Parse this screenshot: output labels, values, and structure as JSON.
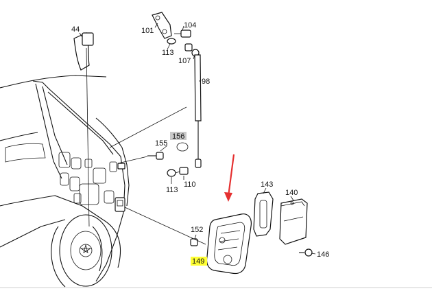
{
  "diagram": {
    "labels": [
      {
        "id": "44",
        "text": "44"
      },
      {
        "id": "101",
        "text": "101"
      },
      {
        "id": "104",
        "text": "104"
      },
      {
        "id": "113a",
        "text": "113"
      },
      {
        "id": "107",
        "text": "107"
      },
      {
        "id": "98",
        "text": "98"
      },
      {
        "id": "156",
        "text": "156",
        "highlight": "grey"
      },
      {
        "id": "155",
        "text": "155"
      },
      {
        "id": "113b",
        "text": "113"
      },
      {
        "id": "110",
        "text": "110"
      },
      {
        "id": "143",
        "text": "143"
      },
      {
        "id": "140",
        "text": "140"
      },
      {
        "id": "152",
        "text": "152"
      },
      {
        "id": "149",
        "text": "149",
        "highlight": "yellow"
      },
      {
        "id": "146",
        "text": "146"
      }
    ],
    "colors": {
      "arrow": "#e53030",
      "highlight_yellow": "#ffff33",
      "highlight_grey": "#c9c9c9",
      "line": "#111111"
    }
  }
}
